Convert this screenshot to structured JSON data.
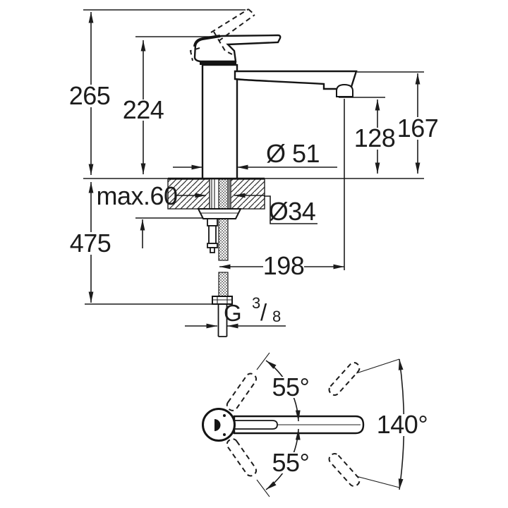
{
  "drawing": {
    "kind": "faucet technical dimension drawing",
    "units": "mm",
    "front_view": {
      "height_overall": "265",
      "height_to_handle": "224",
      "hose_length_below": "475",
      "outlet_clearance": "128",
      "spout_top_height": "167",
      "body_diameter": "Ø 51",
      "shank_diameter": "Ø34",
      "max_deck_thickness": "max.60",
      "spout_reach": "198",
      "thread": {
        "g": "G",
        "numerator": "3",
        "slash": "/",
        "denominator": "8"
      }
    },
    "top_view": {
      "handle_swing_up": "55°",
      "handle_swing_down": "55°",
      "spout_swivel_range": "140°"
    }
  }
}
